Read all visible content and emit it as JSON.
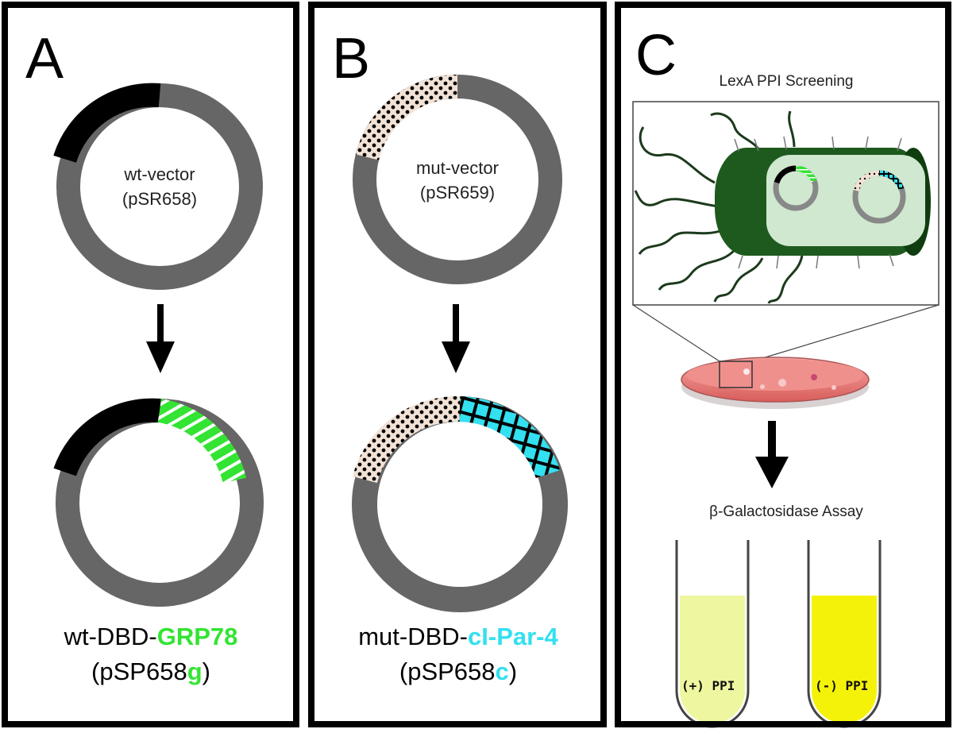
{
  "panels": {
    "a": {
      "letter": "A",
      "plasmid_top_line1": "wt-vector",
      "plasmid_top_line2": "(pSR658)",
      "caption_prefix": "wt-DBD-",
      "caption_highlight": "GRP78",
      "caption_line2_prefix": "(pSP658",
      "caption_line2_highlight": "g",
      "caption_line2_suffix": ")"
    },
    "b": {
      "letter": "B",
      "plasmid_top_line1": "mut-vector",
      "plasmid_top_line2": "(pSR659)",
      "caption_prefix": "mut-DBD-",
      "caption_highlight": "cI-Par-4",
      "caption_line2_prefix": "(pSP658",
      "caption_line2_highlight": "c",
      "caption_line2_suffix": ")"
    },
    "c": {
      "letter": "C",
      "screen_title": "LexA PPI Screening",
      "assay_title": "β-Galactosidase Assay",
      "tube_positive": "(+) PPI",
      "tube_negative": "(-) PPI"
    }
  },
  "colors": {
    "backbone": "#666666",
    "dbd_wt": "#000000",
    "dbd_mut": "#f2e2d6",
    "grp78": "#33e433",
    "par4": "#33e0f0",
    "cell": "#1e5a1e",
    "dish": "#e87a78",
    "tube_light": "#eef7a0",
    "tube_dark": "#f5f20a"
  }
}
